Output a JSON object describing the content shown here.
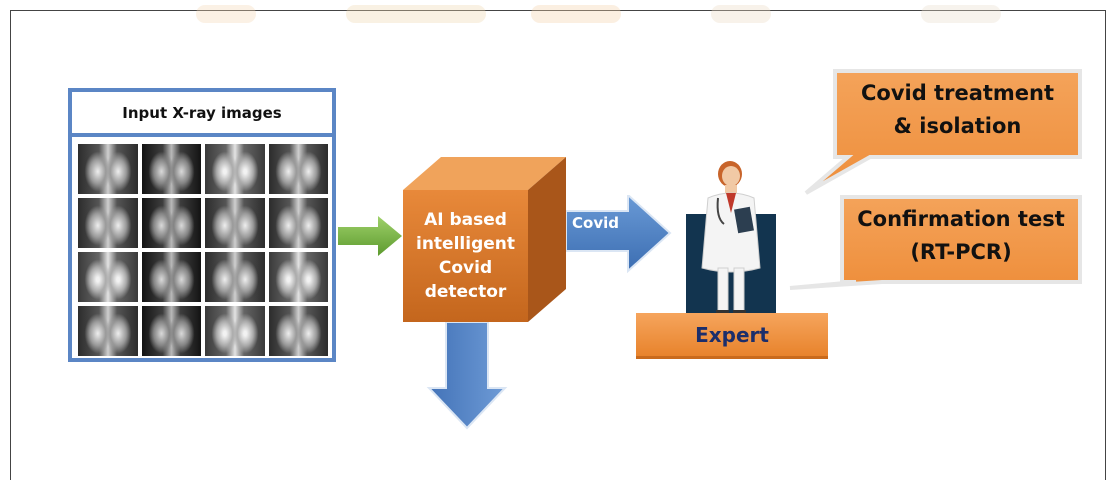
{
  "xray_panel": {
    "title": "Input X-ray images"
  },
  "ai_detector": {
    "lines": [
      "AI based",
      "intelligent",
      "Covid",
      "detector"
    ]
  },
  "arrow_covid": {
    "label": "Covid"
  },
  "expert": {
    "label": "Expert"
  },
  "callouts": [
    {
      "lines": [
        "Covid treatment",
        "& isolation"
      ]
    },
    {
      "lines": [
        "Confirmation test",
        "(RT-PCR)"
      ]
    }
  ],
  "colors": {
    "panel_border": "#5b86c5",
    "box_orange": "#e8893a",
    "arrow_blue": "#4a7cc0",
    "arrow_green": "#7ab648",
    "expert_text": "#1c2e6b"
  }
}
